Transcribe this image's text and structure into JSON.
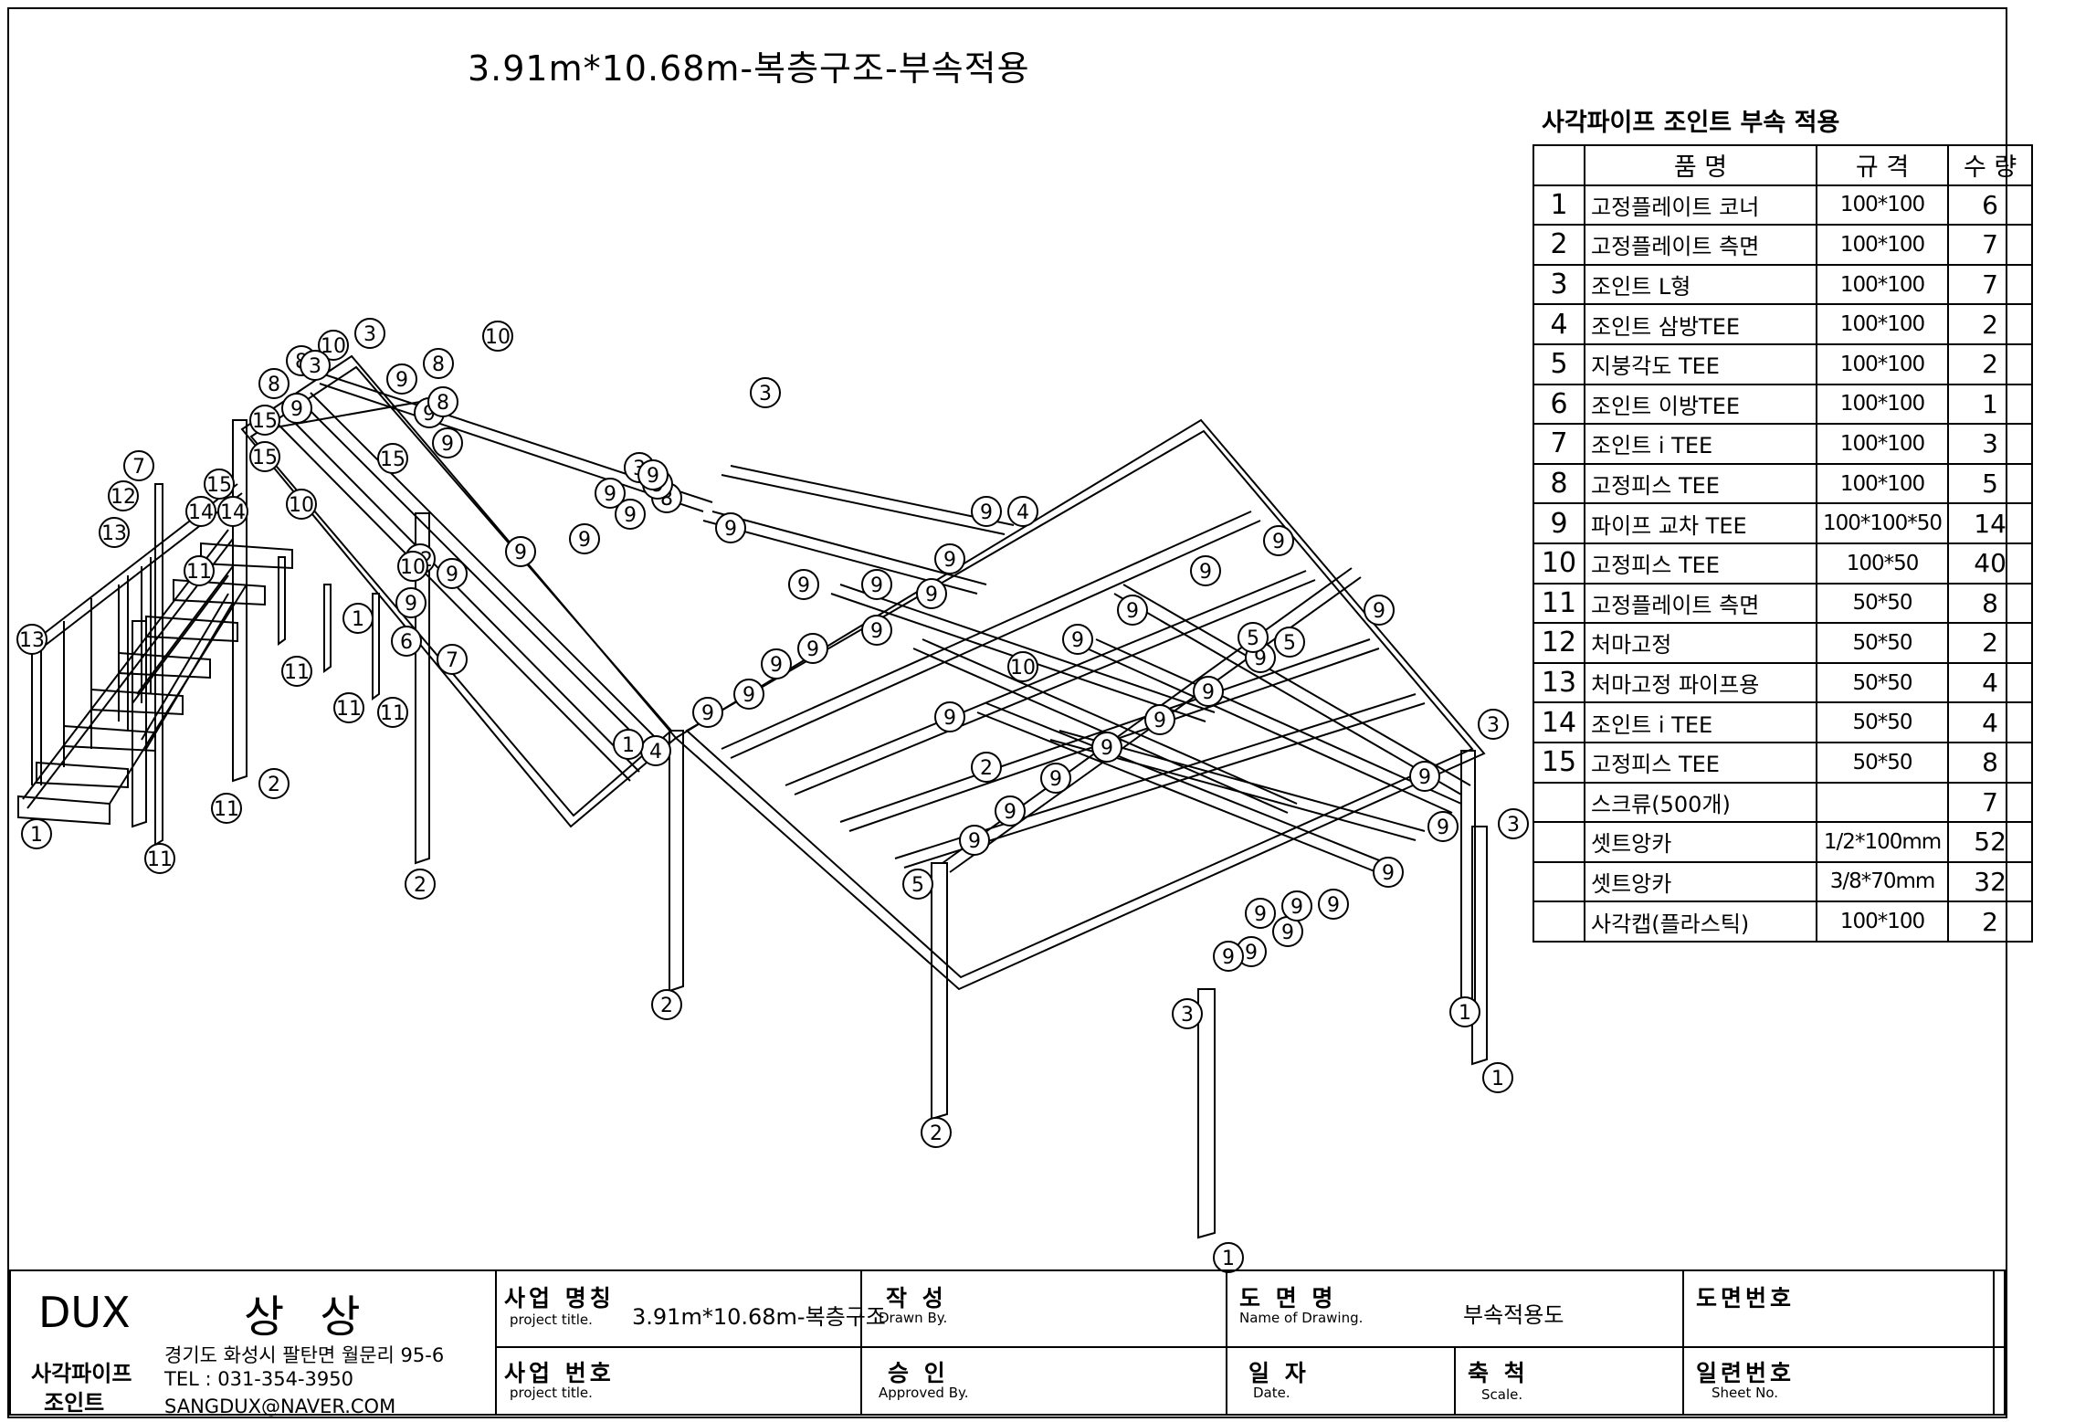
{
  "drawing_title": "3.91m*10.68m-복층구조-부속적용",
  "parts_table": {
    "title": "사각파이프 조인트 부속 적용",
    "headers": {
      "no": "",
      "name": "품         명",
      "spec": "규    격",
      "qty": "수  량"
    },
    "rows": [
      {
        "no": "1",
        "name": "고정플레이트 코너",
        "spec": "100*100",
        "qty": "6"
      },
      {
        "no": "2",
        "name": "고정플레이트 측면",
        "spec": "100*100",
        "qty": "7"
      },
      {
        "no": "3",
        "name": "조인트 L형",
        "spec": "100*100",
        "qty": "7"
      },
      {
        "no": "4",
        "name": "조인트 삼방TEE",
        "spec": "100*100",
        "qty": "2"
      },
      {
        "no": "5",
        "name": "지붕각도 TEE",
        "spec": "100*100",
        "qty": "2"
      },
      {
        "no": "6",
        "name": "조인트 이방TEE",
        "spec": "100*100",
        "qty": "1"
      },
      {
        "no": "7",
        "name": "조인트 i TEE",
        "spec": "100*100",
        "qty": "3"
      },
      {
        "no": "8",
        "name": "고정피스 TEE",
        "spec": "100*100",
        "qty": "5"
      },
      {
        "no": "9",
        "name": "파이프 교차 TEE",
        "spec": "100*100*50",
        "qty": "14"
      },
      {
        "no": "10",
        "name": "고정피스 TEE",
        "spec": "100*50",
        "qty": "40"
      },
      {
        "no": "11",
        "name": "고정플레이트 측면",
        "spec": "50*50",
        "qty": "8"
      },
      {
        "no": "12",
        "name": "처마고정",
        "spec": "50*50",
        "qty": "2"
      },
      {
        "no": "13",
        "name": "처마고정 파이프용",
        "spec": "50*50",
        "qty": "4"
      },
      {
        "no": "14",
        "name": "조인트 i TEE",
        "spec": "50*50",
        "qty": "4"
      },
      {
        "no": "15",
        "name": "고정피스 TEE",
        "spec": "50*50",
        "qty": "8"
      },
      {
        "no": "",
        "name": "스크류(500개)",
        "spec": "",
        "qty": "7"
      },
      {
        "no": "",
        "name": "셋트앙카",
        "spec": "1/2*100mm",
        "qty": "52"
      },
      {
        "no": "",
        "name": "셋트앙카",
        "spec": "3/8*70mm",
        "qty": "32"
      },
      {
        "no": "",
        "name": "사각캡(플라스틱)",
        "spec": "100*100",
        "qty": "2"
      }
    ]
  },
  "callouts": [
    "1",
    "2",
    "3",
    "4",
    "5",
    "6",
    "7",
    "8",
    "9",
    "10",
    "11",
    "12",
    "13",
    "14",
    "15"
  ],
  "title_block": {
    "company": "DUX",
    "company_name": "상 상",
    "brand_line1": "사각파이프",
    "brand_line2": "조인트",
    "address": "경기도 화성시 팔탄면 월문리 95-6",
    "tel": "TEL : 031-354-3950",
    "email": "SANGDUX@NAVER.COM",
    "project_title_ko": "사업 명칭",
    "project_title_en": "project title.",
    "project_title_value": "3.91m*10.68m-복층구조",
    "project_no_ko": "사업 번호",
    "project_no_en": "project title.",
    "drawn_ko": "작   성",
    "drawn_en": "Drawn By.",
    "approved_ko": "승   인",
    "approved_en": "Approved By.",
    "drawing_name_ko": "도 면 명",
    "drawing_name_en": "Name of Drawing.",
    "drawing_name_value": "부속적용도",
    "date_ko": "일  자",
    "date_en": "Date.",
    "scale_ko": "축  척",
    "scale_en": "Scale.",
    "drawing_no_ko": "도면번호",
    "sheet_no_ko": "일련번호",
    "sheet_no_en": "Sheet No."
  }
}
